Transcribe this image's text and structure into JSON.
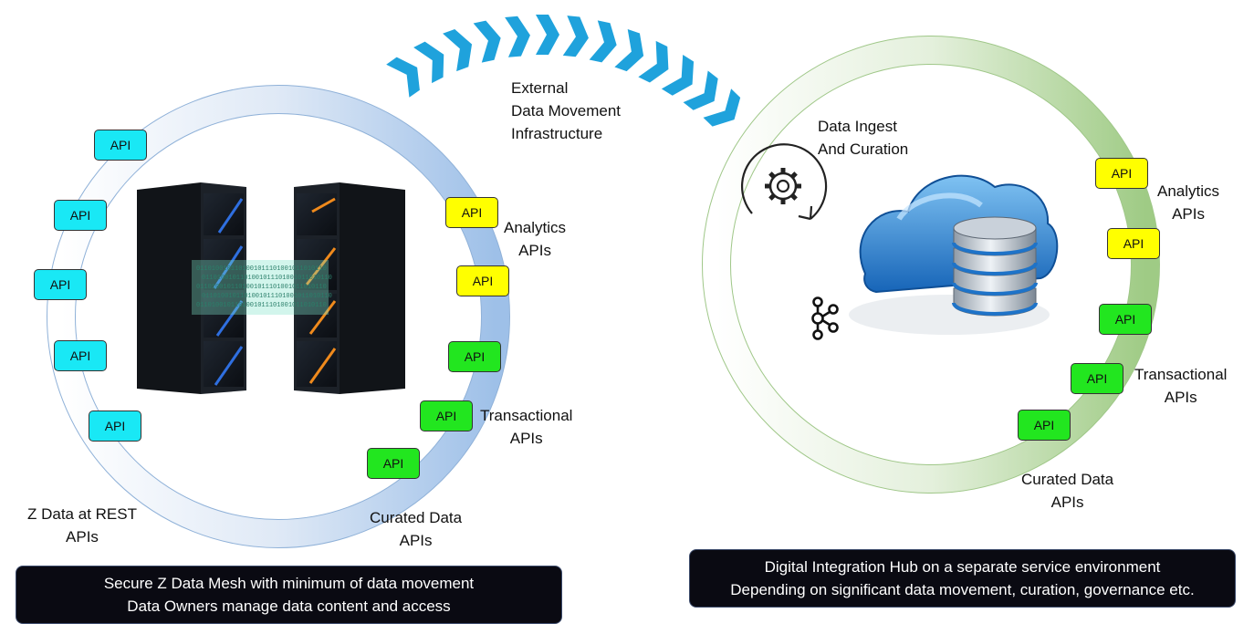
{
  "left": {
    "labels": {
      "analytics": [
        "Analytics",
        "APIs"
      ],
      "transactional": [
        "Transactional",
        "APIs"
      ],
      "curated": [
        "Curated Data",
        "APIs"
      ],
      "rest": [
        "Z Data at REST",
        "APIs"
      ]
    },
    "api_label": "API",
    "banner": [
      "Secure Z Data Mesh with minimum of data movement",
      "Data Owners manage data content and access"
    ]
  },
  "transfer": {
    "label": [
      "External",
      "Data Movement",
      "Infrastructure"
    ]
  },
  "right": {
    "labels": {
      "ingest": [
        "Data Ingest",
        "And Curation"
      ],
      "analytics": [
        "Analytics",
        "APIs"
      ],
      "transactional": [
        "Transactional",
        "APIs"
      ],
      "curated": [
        "Curated Data",
        "APIs"
      ]
    },
    "api_label": "API",
    "banner": [
      "Digital Integration Hub on a separate service environment",
      "Depending on significant data movement, curation, governance etc."
    ]
  },
  "colors": {
    "rest_api": "#19e8f5",
    "analytics_api": "#ffff00",
    "transactional_api": "#22e61f",
    "left_ring": "#a9c7ea",
    "right_ring": "#a9d08e",
    "chevrons": "#1fa2dc"
  },
  "icons": [
    "gear-cycle-icon",
    "kafka-icon",
    "cloud-database-icon",
    "mainframe-servers-icon"
  ]
}
